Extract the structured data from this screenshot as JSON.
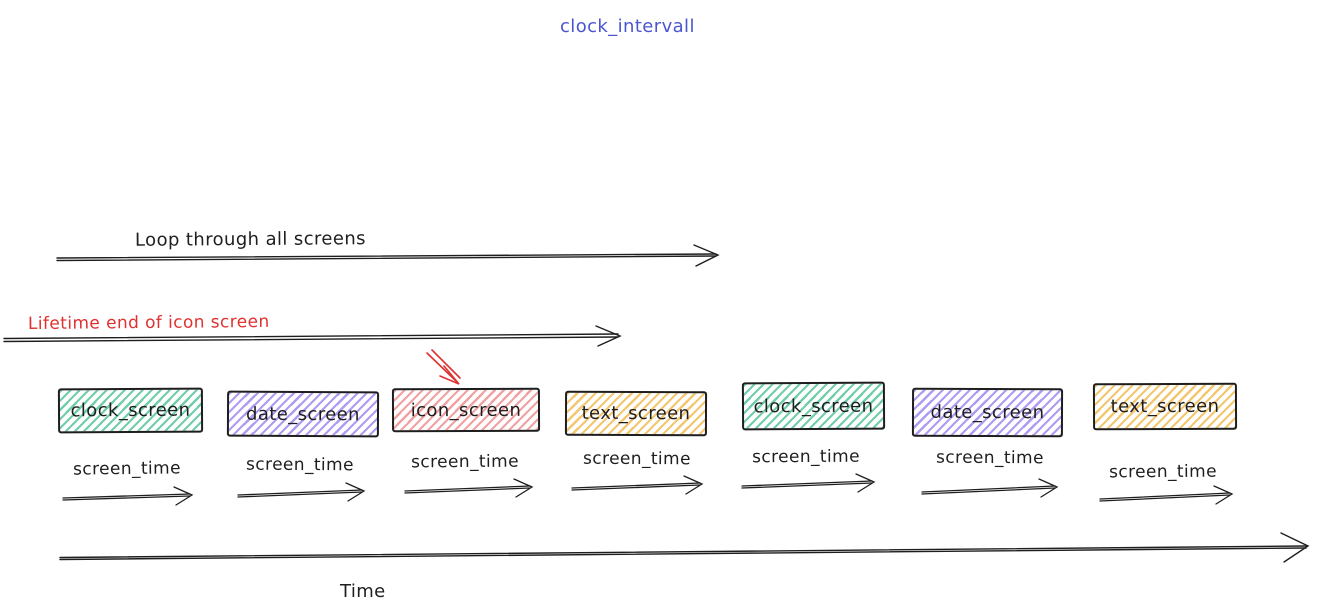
{
  "title": {
    "text": "clock_intervall",
    "color": "#4a55d2"
  },
  "loop_arrow": {
    "label": "Loop through all screens"
  },
  "lifetime_arrow": {
    "label": "Lifetime end of icon screen",
    "color": "#e03131"
  },
  "pointer_arrow": {
    "color": "#e03131"
  },
  "screens": [
    {
      "label": "clock_screen",
      "color": "#4dc295"
    },
    {
      "label": "date_screen",
      "color": "#9678f0"
    },
    {
      "label": "icon_screen",
      "color": "#ee8282"
    },
    {
      "label": "text_screen",
      "color": "#f0b94b"
    },
    {
      "label": "clock_screen",
      "color": "#4dc295"
    },
    {
      "label": "date_screen",
      "color": "#9678f0"
    },
    {
      "label": "text_screen",
      "color": "#f0b94b"
    }
  ],
  "screen_time": {
    "label": "screen_time"
  },
  "time_axis": {
    "label": "Time"
  },
  "stroke_color": "#1e1e1e",
  "background": "#ffffff"
}
